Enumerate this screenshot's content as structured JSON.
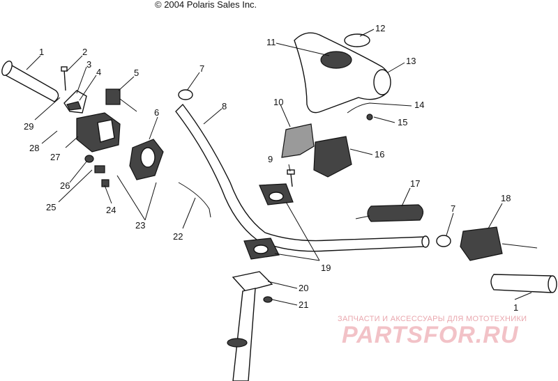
{
  "header": {
    "copyright": "© 2004 Polaris Sales Inc."
  },
  "watermark": {
    "caption": "ЗАПЧАСТИ И АКСЕССУАРЫ ДЛЯ МОТОТЕХНИКИ",
    "logo": "PARTSFOR.RU"
  },
  "callouts": [
    {
      "id": "c1a",
      "label": "1"
    },
    {
      "id": "c2",
      "label": "2"
    },
    {
      "id": "c3",
      "label": "3"
    },
    {
      "id": "c4",
      "label": "4"
    },
    {
      "id": "c5",
      "label": "5"
    },
    {
      "id": "c6",
      "label": "6"
    },
    {
      "id": "c7a",
      "label": "7"
    },
    {
      "id": "c8",
      "label": "8"
    },
    {
      "id": "c9",
      "label": "9"
    },
    {
      "id": "c10",
      "label": "10"
    },
    {
      "id": "c11",
      "label": "11"
    },
    {
      "id": "c12",
      "label": "12"
    },
    {
      "id": "c13",
      "label": "13"
    },
    {
      "id": "c14",
      "label": "14"
    },
    {
      "id": "c15",
      "label": "15"
    },
    {
      "id": "c16",
      "label": "16"
    },
    {
      "id": "c17",
      "label": "17"
    },
    {
      "id": "c7b",
      "label": "7"
    },
    {
      "id": "c18",
      "label": "18"
    },
    {
      "id": "c19",
      "label": "19"
    },
    {
      "id": "c20",
      "label": "20"
    },
    {
      "id": "c21",
      "label": "21"
    },
    {
      "id": "c1b",
      "label": "1"
    },
    {
      "id": "c22",
      "label": "22"
    },
    {
      "id": "c23",
      "label": "23"
    },
    {
      "id": "c24",
      "label": "24"
    },
    {
      "id": "c25",
      "label": "25"
    },
    {
      "id": "c26",
      "label": "26"
    },
    {
      "id": "c27",
      "label": "27"
    },
    {
      "id": "c28",
      "label": "28"
    },
    {
      "id": "c29",
      "label": "29"
    }
  ]
}
